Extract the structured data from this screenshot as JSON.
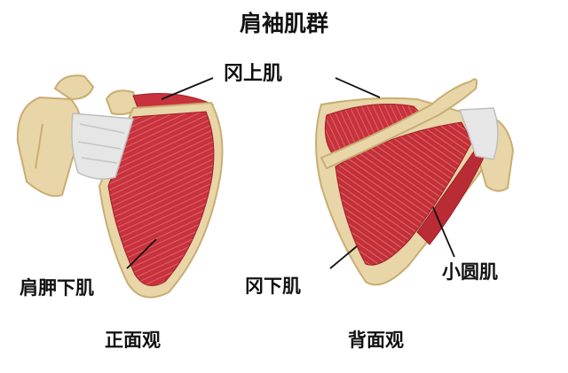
{
  "title": "肩袖肌群",
  "labels": {
    "supraspinatus": "冈上肌",
    "subscapularis": "肩胛下肌",
    "infraspinatus": "冈下肌",
    "teres_minor": "小圆肌"
  },
  "views": {
    "anterior": "正面观",
    "posterior": "背面观"
  },
  "colors": {
    "muscle": "#c8323c",
    "muscle_dark": "#9e1f2a",
    "muscle_light": "#e0707a",
    "bone": "#e8d6a8",
    "bone_shadow": "#c9ad72",
    "tendon": "#e6e6e6",
    "leader_line": "#111111"
  }
}
